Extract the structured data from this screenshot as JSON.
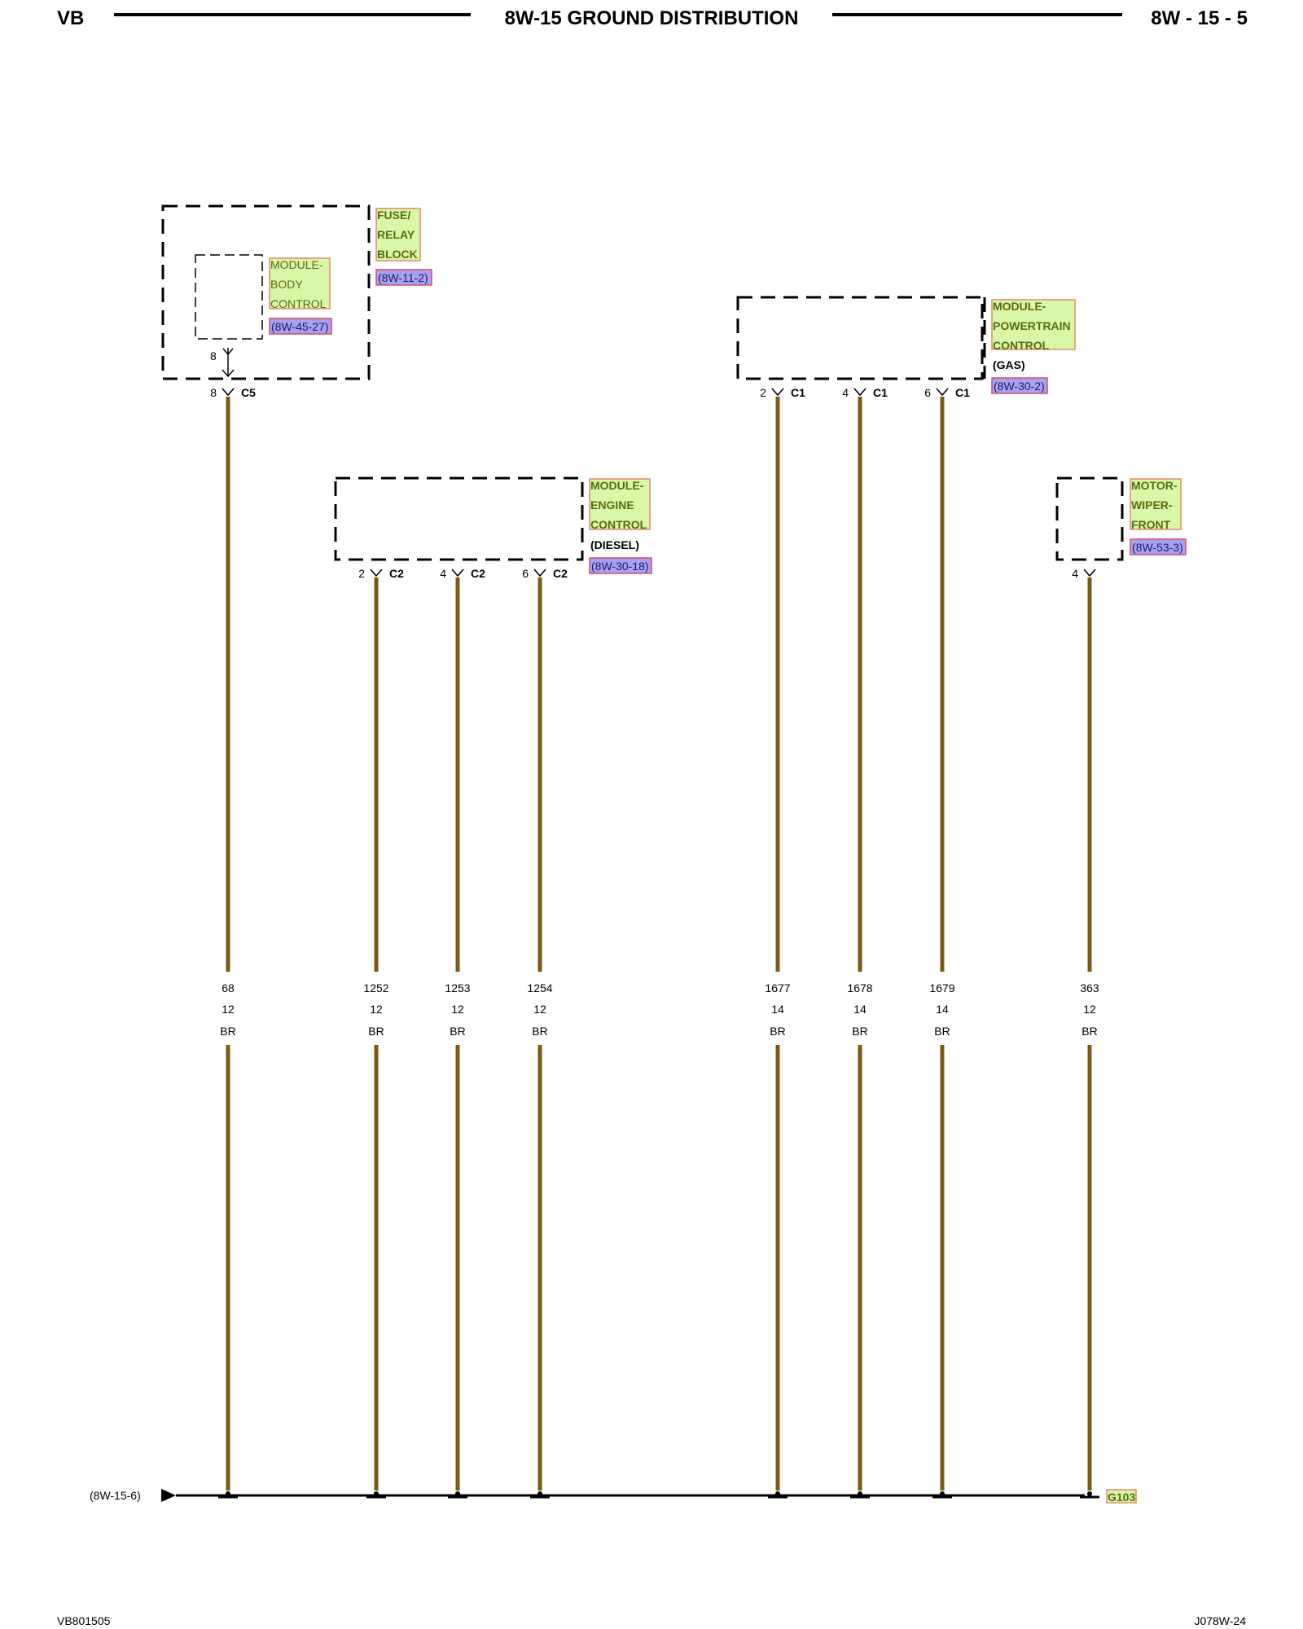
{
  "header": {
    "left": "VB",
    "title": "8W-15 GROUND DISTRIBUTION",
    "right": "8W - 15 - 5"
  },
  "footer": {
    "left": "VB801505",
    "right": "J078W-24"
  },
  "colors": {
    "wire": "#7a5a12",
    "component_fill": "#d9f7a8",
    "component_border": "#e08a6a",
    "ref_fill": "#a9a0f0",
    "ref_border": "#d0506a"
  },
  "components": {
    "fuse_relay_block": {
      "lines": [
        "FUSE/",
        "RELAY",
        "BLOCK"
      ],
      "ref": "(8W-11-2)"
    },
    "body_control": {
      "lines": [
        "MODULE-",
        "BODY",
        "CONTROL"
      ],
      "ref": "(8W-45-27)",
      "inner_pin": "8"
    },
    "powertrain_control": {
      "lines": [
        "MODULE-",
        "POWERTRAIN",
        "CONTROL"
      ],
      "variant": "(GAS)",
      "ref": "(8W-30-2)"
    },
    "engine_control": {
      "lines": [
        "MODULE-",
        "ENGINE",
        "CONTROL"
      ],
      "variant": "(DIESEL)",
      "ref": "(8W-30-18)"
    },
    "wiper_motor": {
      "lines": [
        "MOTOR-",
        "WIPER-",
        "FRONT"
      ],
      "ref": "(8W-53-3)"
    }
  },
  "wires": [
    {
      "pin": "8",
      "connector": "C5",
      "circuit": "68",
      "gauge": "12",
      "color": "BR"
    },
    {
      "pin": "2",
      "connector": "C2",
      "circuit": "1252",
      "gauge": "12",
      "color": "BR"
    },
    {
      "pin": "4",
      "connector": "C2",
      "circuit": "1253",
      "gauge": "12",
      "color": "BR"
    },
    {
      "pin": "6",
      "connector": "C2",
      "circuit": "1254",
      "gauge": "12",
      "color": "BR"
    },
    {
      "pin": "2",
      "connector": "C1",
      "circuit": "1677",
      "gauge": "14",
      "color": "BR"
    },
    {
      "pin": "4",
      "connector": "C1",
      "circuit": "1678",
      "gauge": "14",
      "color": "BR"
    },
    {
      "pin": "6",
      "connector": "C1",
      "circuit": "1679",
      "gauge": "14",
      "color": "BR"
    },
    {
      "pin": "4",
      "connector": "",
      "circuit": "363",
      "gauge": "12",
      "color": "BR"
    }
  ],
  "ground_bus": {
    "ref_left": "(8W-15-6)",
    "ground": "G103"
  }
}
